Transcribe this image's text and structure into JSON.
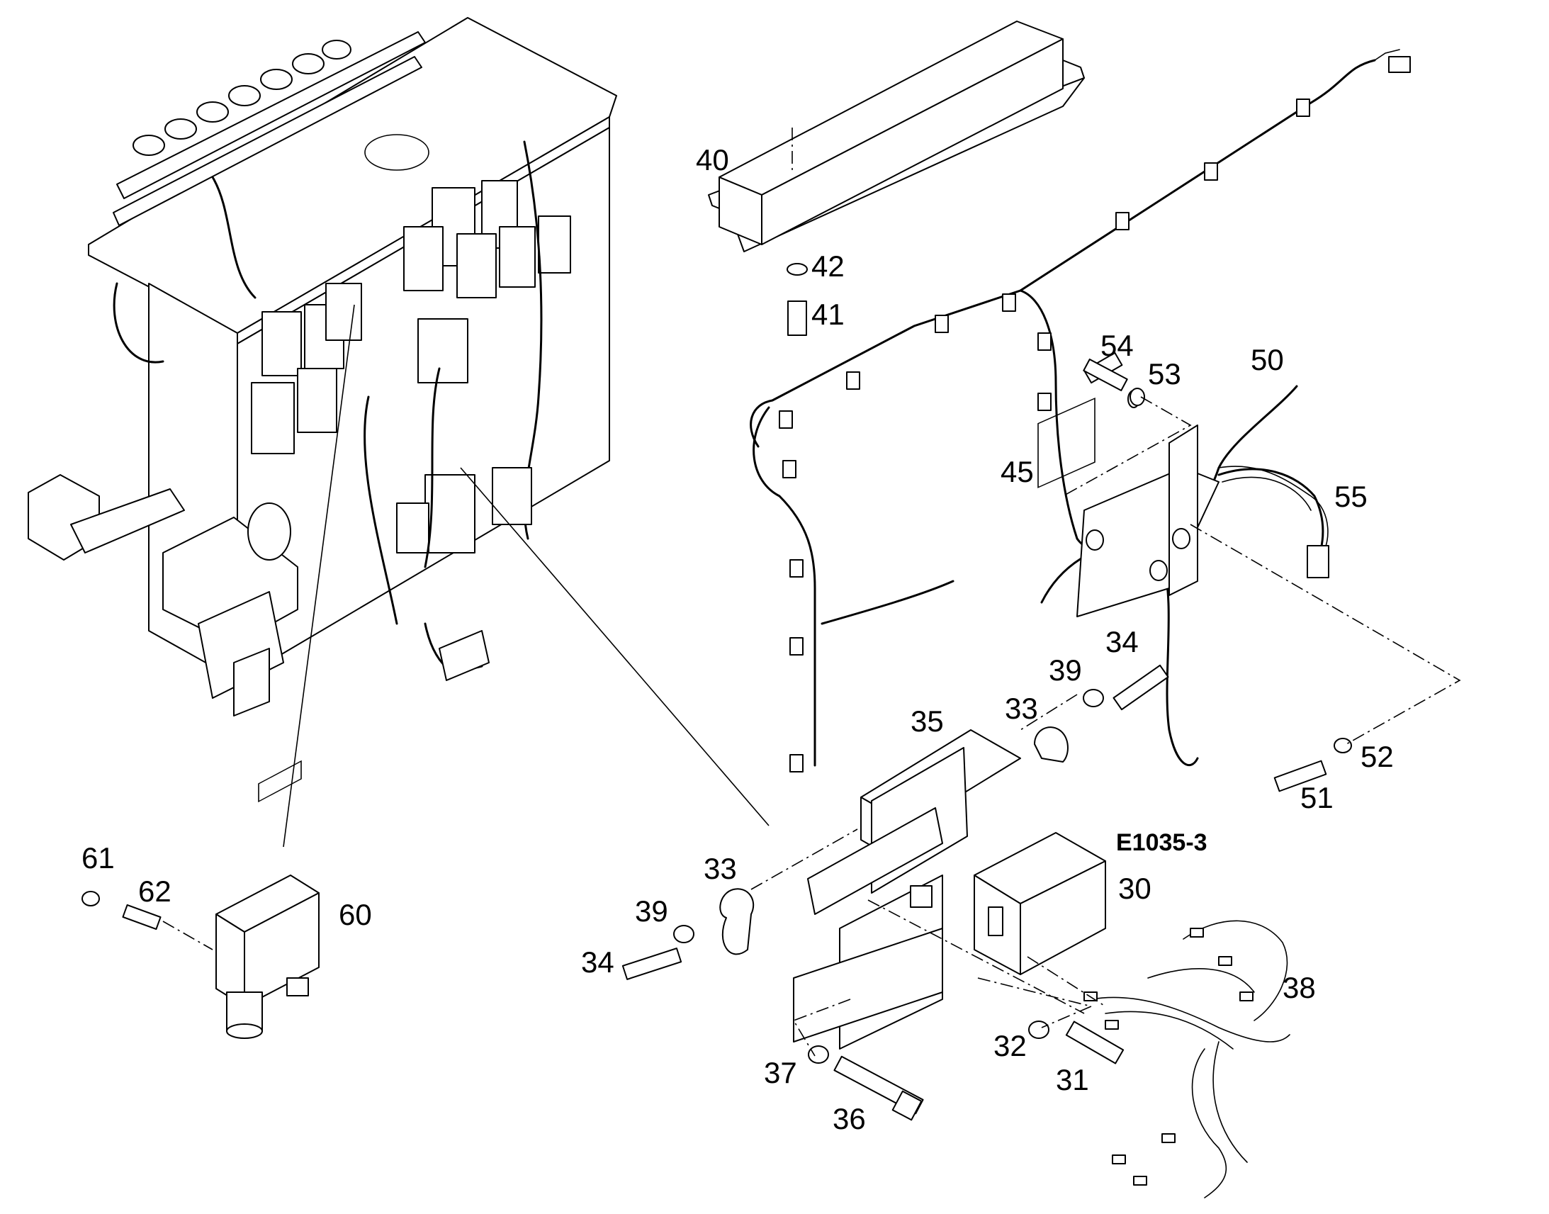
{
  "drawing_code": "E1035-3",
  "callouts": {
    "c30": "30",
    "c31": "31",
    "c32": "32",
    "c33a": "33",
    "c33b": "33",
    "c34a": "34",
    "c34b": "34",
    "c35": "35",
    "c36": "36",
    "c37": "37",
    "c38": "38",
    "c39a": "39",
    "c39b": "39",
    "c40": "40",
    "c41": "41",
    "c42": "42",
    "c45": "45",
    "c50": "50",
    "c51": "51",
    "c52": "52",
    "c53": "53",
    "c54": "54",
    "c55": "55",
    "c60": "60",
    "c61": "61",
    "c62": "62"
  }
}
